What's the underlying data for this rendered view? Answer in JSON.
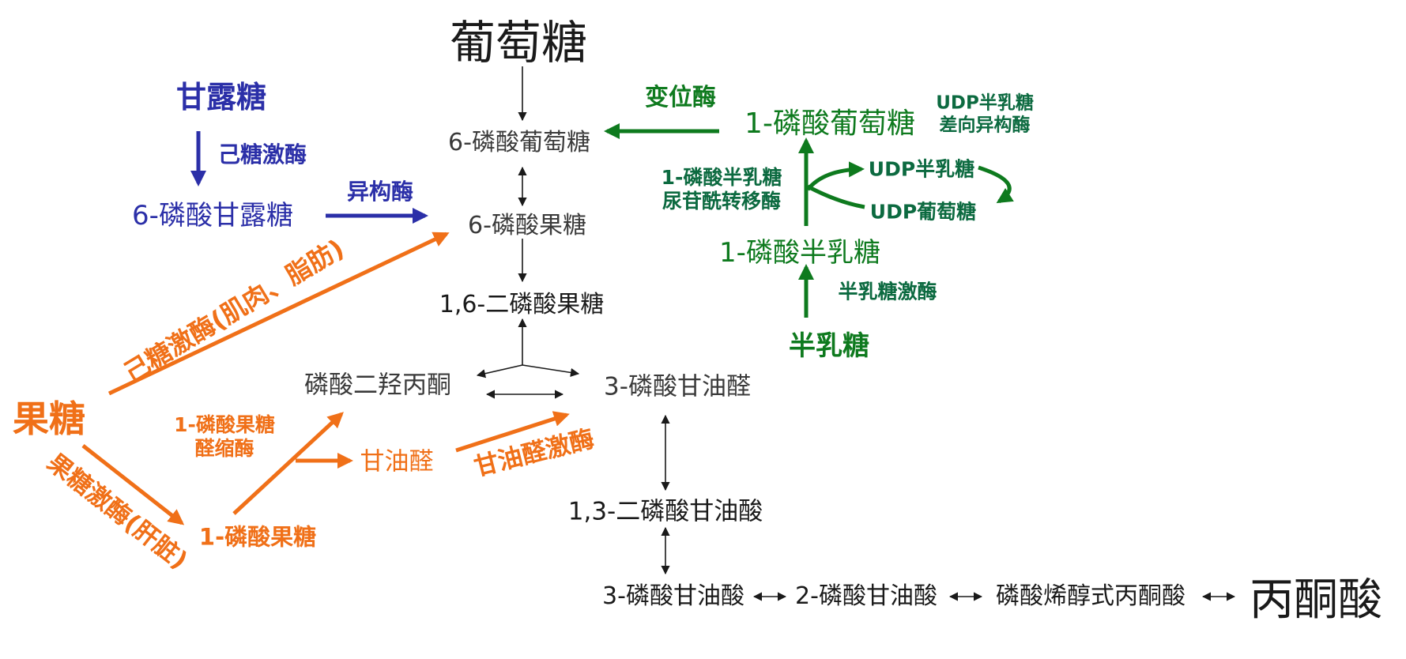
{
  "colors": {
    "blue": "#2b2fa8",
    "orange": "#f07018",
    "green": "#0e7a1e",
    "teal": "#0c6a40",
    "black": "#1a1a1a"
  },
  "nodes": {
    "glucose": "葡萄糖",
    "g6p": "6-磷酸葡萄糖",
    "f6p": "6-磷酸果糖",
    "f16bp": "1,6-二磷酸果糖",
    "dhap": "磷酸二羟丙酮",
    "g3p": "3-磷酸甘油醛",
    "bpg13": "1,3-二磷酸甘油酸",
    "pg3": "3-磷酸甘油酸",
    "pg2": "2-磷酸甘油酸",
    "pep": "磷酸烯醇式丙酮酸",
    "pyruvate": "丙酮酸",
    "mannose": "甘露糖",
    "m6p": "6-磷酸甘露糖",
    "fructose": "果糖",
    "f1p": "1-磷酸果糖",
    "glyceraldehyde": "甘油醛",
    "galactose": "半乳糖",
    "gal1p": "1-磷酸半乳糖",
    "glc1p": "1-磷酸葡萄糖",
    "udp_gal": "UDP半乳糖",
    "udp_glc": "UDP葡萄糖"
  },
  "enzymes": {
    "hexokinase": "己糖激酶",
    "isomerase": "异构酶",
    "hexokinase_muscle": "己糖激酶(肌肉、脂肪)",
    "fructokinase_liver": "果糖激酶(肝脏)",
    "f1p_aldolase": [
      "1-磷酸果糖",
      "醛缩酶"
    ],
    "glyceraldehyde_kinase": "甘油醛激酶",
    "mutase": "变位酶",
    "udp_epimerase": [
      "UDP半乳糖",
      "差向异构酶"
    ],
    "uridyltransferase": [
      "1-磷酸半乳糖",
      "尿苷酰转移酶"
    ],
    "galactokinase": "半乳糖激酶"
  }
}
